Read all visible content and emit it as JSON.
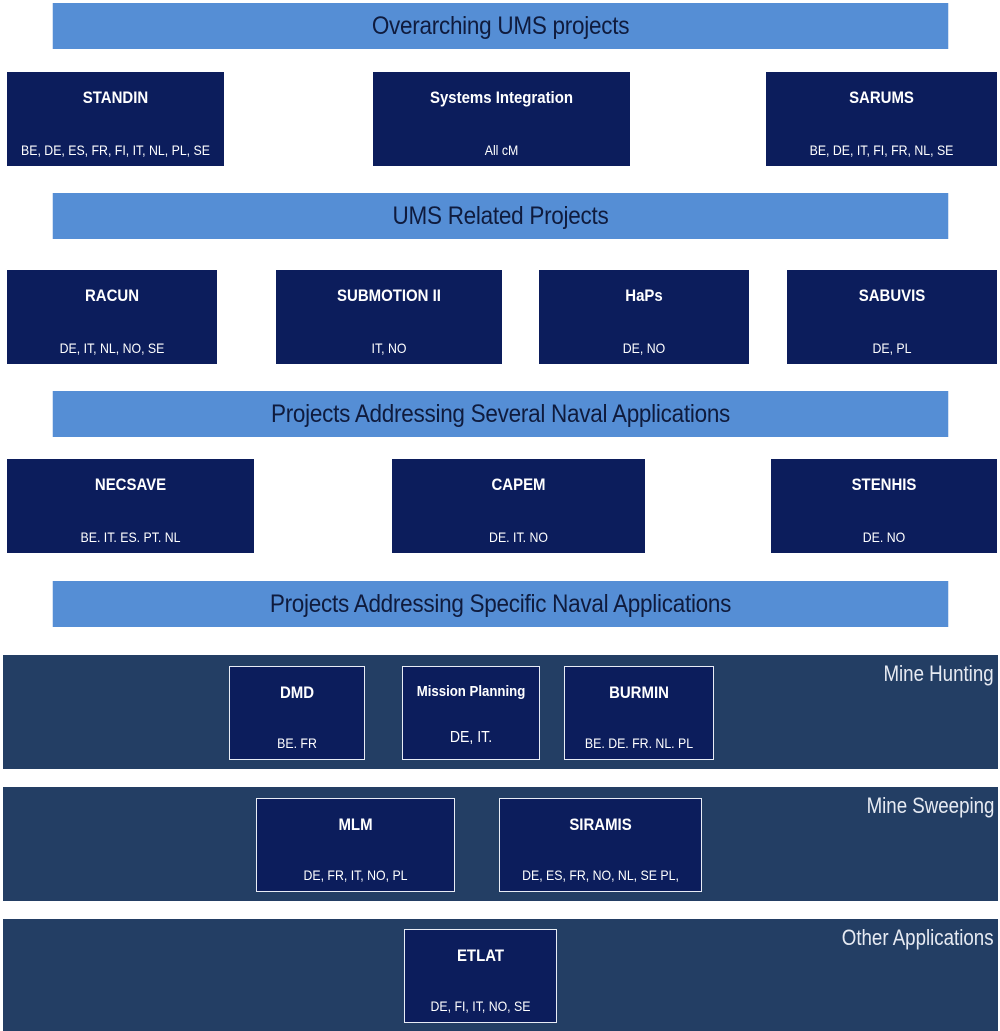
{
  "sections": {
    "overarching": {
      "heading": "Overarching UMS projects",
      "projects": [
        {
          "name": "STANDIN",
          "countries": "BE, DE, ES, FR, FI, IT, NL, PL, SE"
        },
        {
          "name": "Systems Integration",
          "countries": "All cM"
        },
        {
          "name": "SARUMS",
          "countries": "BE, DE, IT, FI, FR, NL, SE"
        }
      ]
    },
    "related": {
      "heading": "UMS Related Projects",
      "projects": [
        {
          "name": "RACUN",
          "countries": "DE, IT, NL, NO, SE"
        },
        {
          "name": "SUBMOTION II",
          "countries": "IT, NO"
        },
        {
          "name": "HaPs",
          "countries": "DE, NO"
        },
        {
          "name": "SABUVIS",
          "countries": "DE, PL"
        }
      ]
    },
    "several": {
      "heading": "Projects Addressing Several Naval Applications",
      "projects": [
        {
          "name": "NECSAVE",
          "countries": "BE. IT. ES. PT. NL"
        },
        {
          "name": "CAPEM",
          "countries": "DE. IT. NO"
        },
        {
          "name": "STENHIS",
          "countries": "DE. NO"
        }
      ]
    },
    "specific": {
      "heading": "Projects Addressing Specific Naval Applications",
      "groups": [
        {
          "label": "Mine Hunting",
          "projects": [
            {
              "name": "DMD",
              "countries": "BE. FR"
            },
            {
              "name": "Mission Planning",
              "countries": "DE, IT."
            },
            {
              "name": "BURMIN",
              "countries": "BE. DE. FR. NL. PL"
            }
          ]
        },
        {
          "label": "Mine Sweeping",
          "projects": [
            {
              "name": "MLM",
              "countries": "DE, FR, IT, NO, PL"
            },
            {
              "name": "SIRAMIS",
              "countries": "DE, ES, FR, NO, NL, SE PL,"
            }
          ]
        },
        {
          "label": "Other Applications",
          "projects": [
            {
              "name": "ETLAT",
              "countries": "DE, FI, IT, NO, SE"
            }
          ]
        }
      ]
    }
  },
  "colors": {
    "band": "#558ed5",
    "box": "#0c1d5c",
    "group": "#233e64"
  }
}
